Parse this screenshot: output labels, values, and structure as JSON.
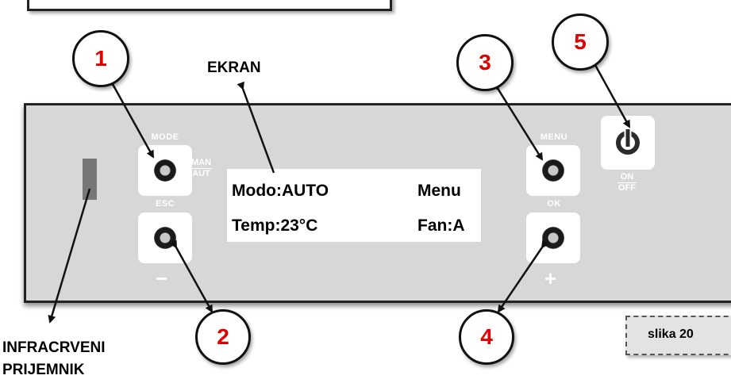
{
  "panel": {
    "mode_label": "MODE",
    "esc_label": "ESC",
    "menu_label": "MENU",
    "ok_label": "OK",
    "man_label": "MAN",
    "aut_label": "AUT",
    "on_label": "ON",
    "off_label": "OFF",
    "minus_sign": "−",
    "plus_sign": "+"
  },
  "lcd": {
    "line1_left": "Modo:AUTO",
    "line1_right": "Menu",
    "line2_left": "Temp:23°C",
    "line2_right": "Fan:A"
  },
  "callouts": {
    "c1": "1",
    "c2": "2",
    "c3": "3",
    "c4": "4",
    "c5": "5"
  },
  "labels": {
    "screen": "EKRAN",
    "ir_line1": "INFRACRVENI",
    "ir_line2": "PRIJEMNIK"
  },
  "figure": {
    "caption": "slika 20"
  },
  "colors": {
    "panel": "#d7d7d7",
    "callout_number": "#e00000",
    "border": "#222222"
  }
}
